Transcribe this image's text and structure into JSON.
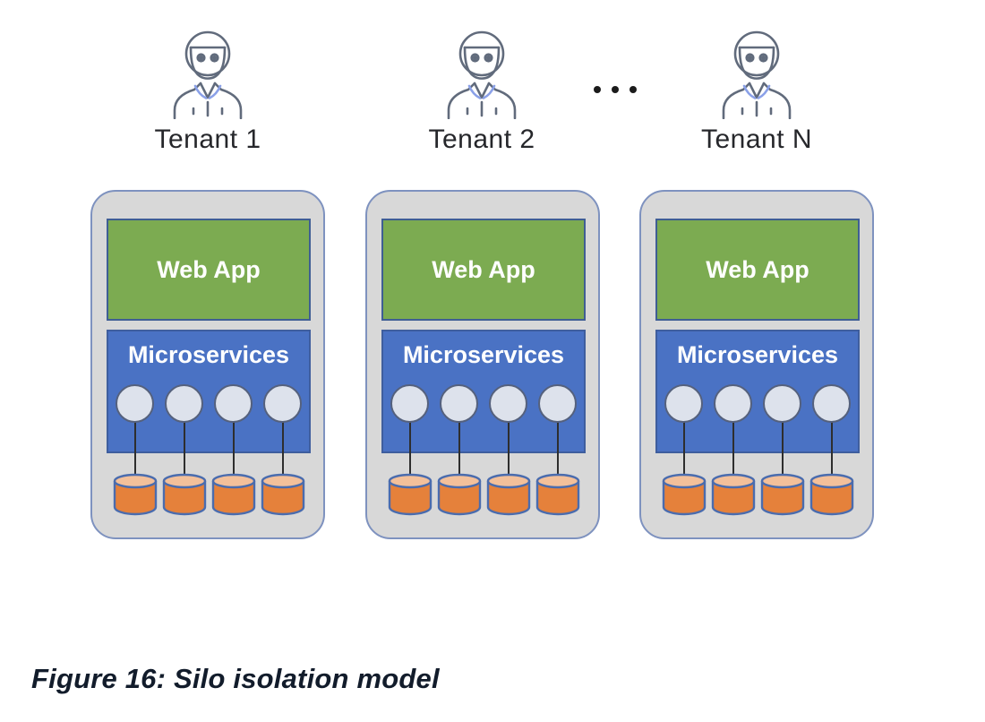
{
  "figure": {
    "caption": "Figure 16: Silo isolation model"
  },
  "ellipsis_label": "...",
  "tenants": [
    {
      "label": "Tenant 1",
      "web_app_label": "Web App",
      "microservices_label": "Microservices",
      "service_circle_count": 4,
      "database_count": 4
    },
    {
      "label": "Tenant 2",
      "web_app_label": "Web App",
      "microservices_label": "Microservices",
      "service_circle_count": 4,
      "database_count": 4
    },
    {
      "label": "Tenant N",
      "web_app_label": "Web App",
      "microservices_label": "Microservices",
      "service_circle_count": 4,
      "database_count": 4
    }
  ],
  "colors": {
    "card_background": "#d8d8d8",
    "card_border": "#7e92bf",
    "web_app_green": "#7cab51",
    "microservices_blue": "#4a72c4",
    "service_circle_fill": "#dde2ec",
    "database_orange": "#e5813b",
    "database_top": "#f3c09a",
    "database_border": "#4a6cae",
    "connector_line": "#2e2e2e",
    "label_text": "#26272b",
    "caption_text": "#121c2b"
  }
}
